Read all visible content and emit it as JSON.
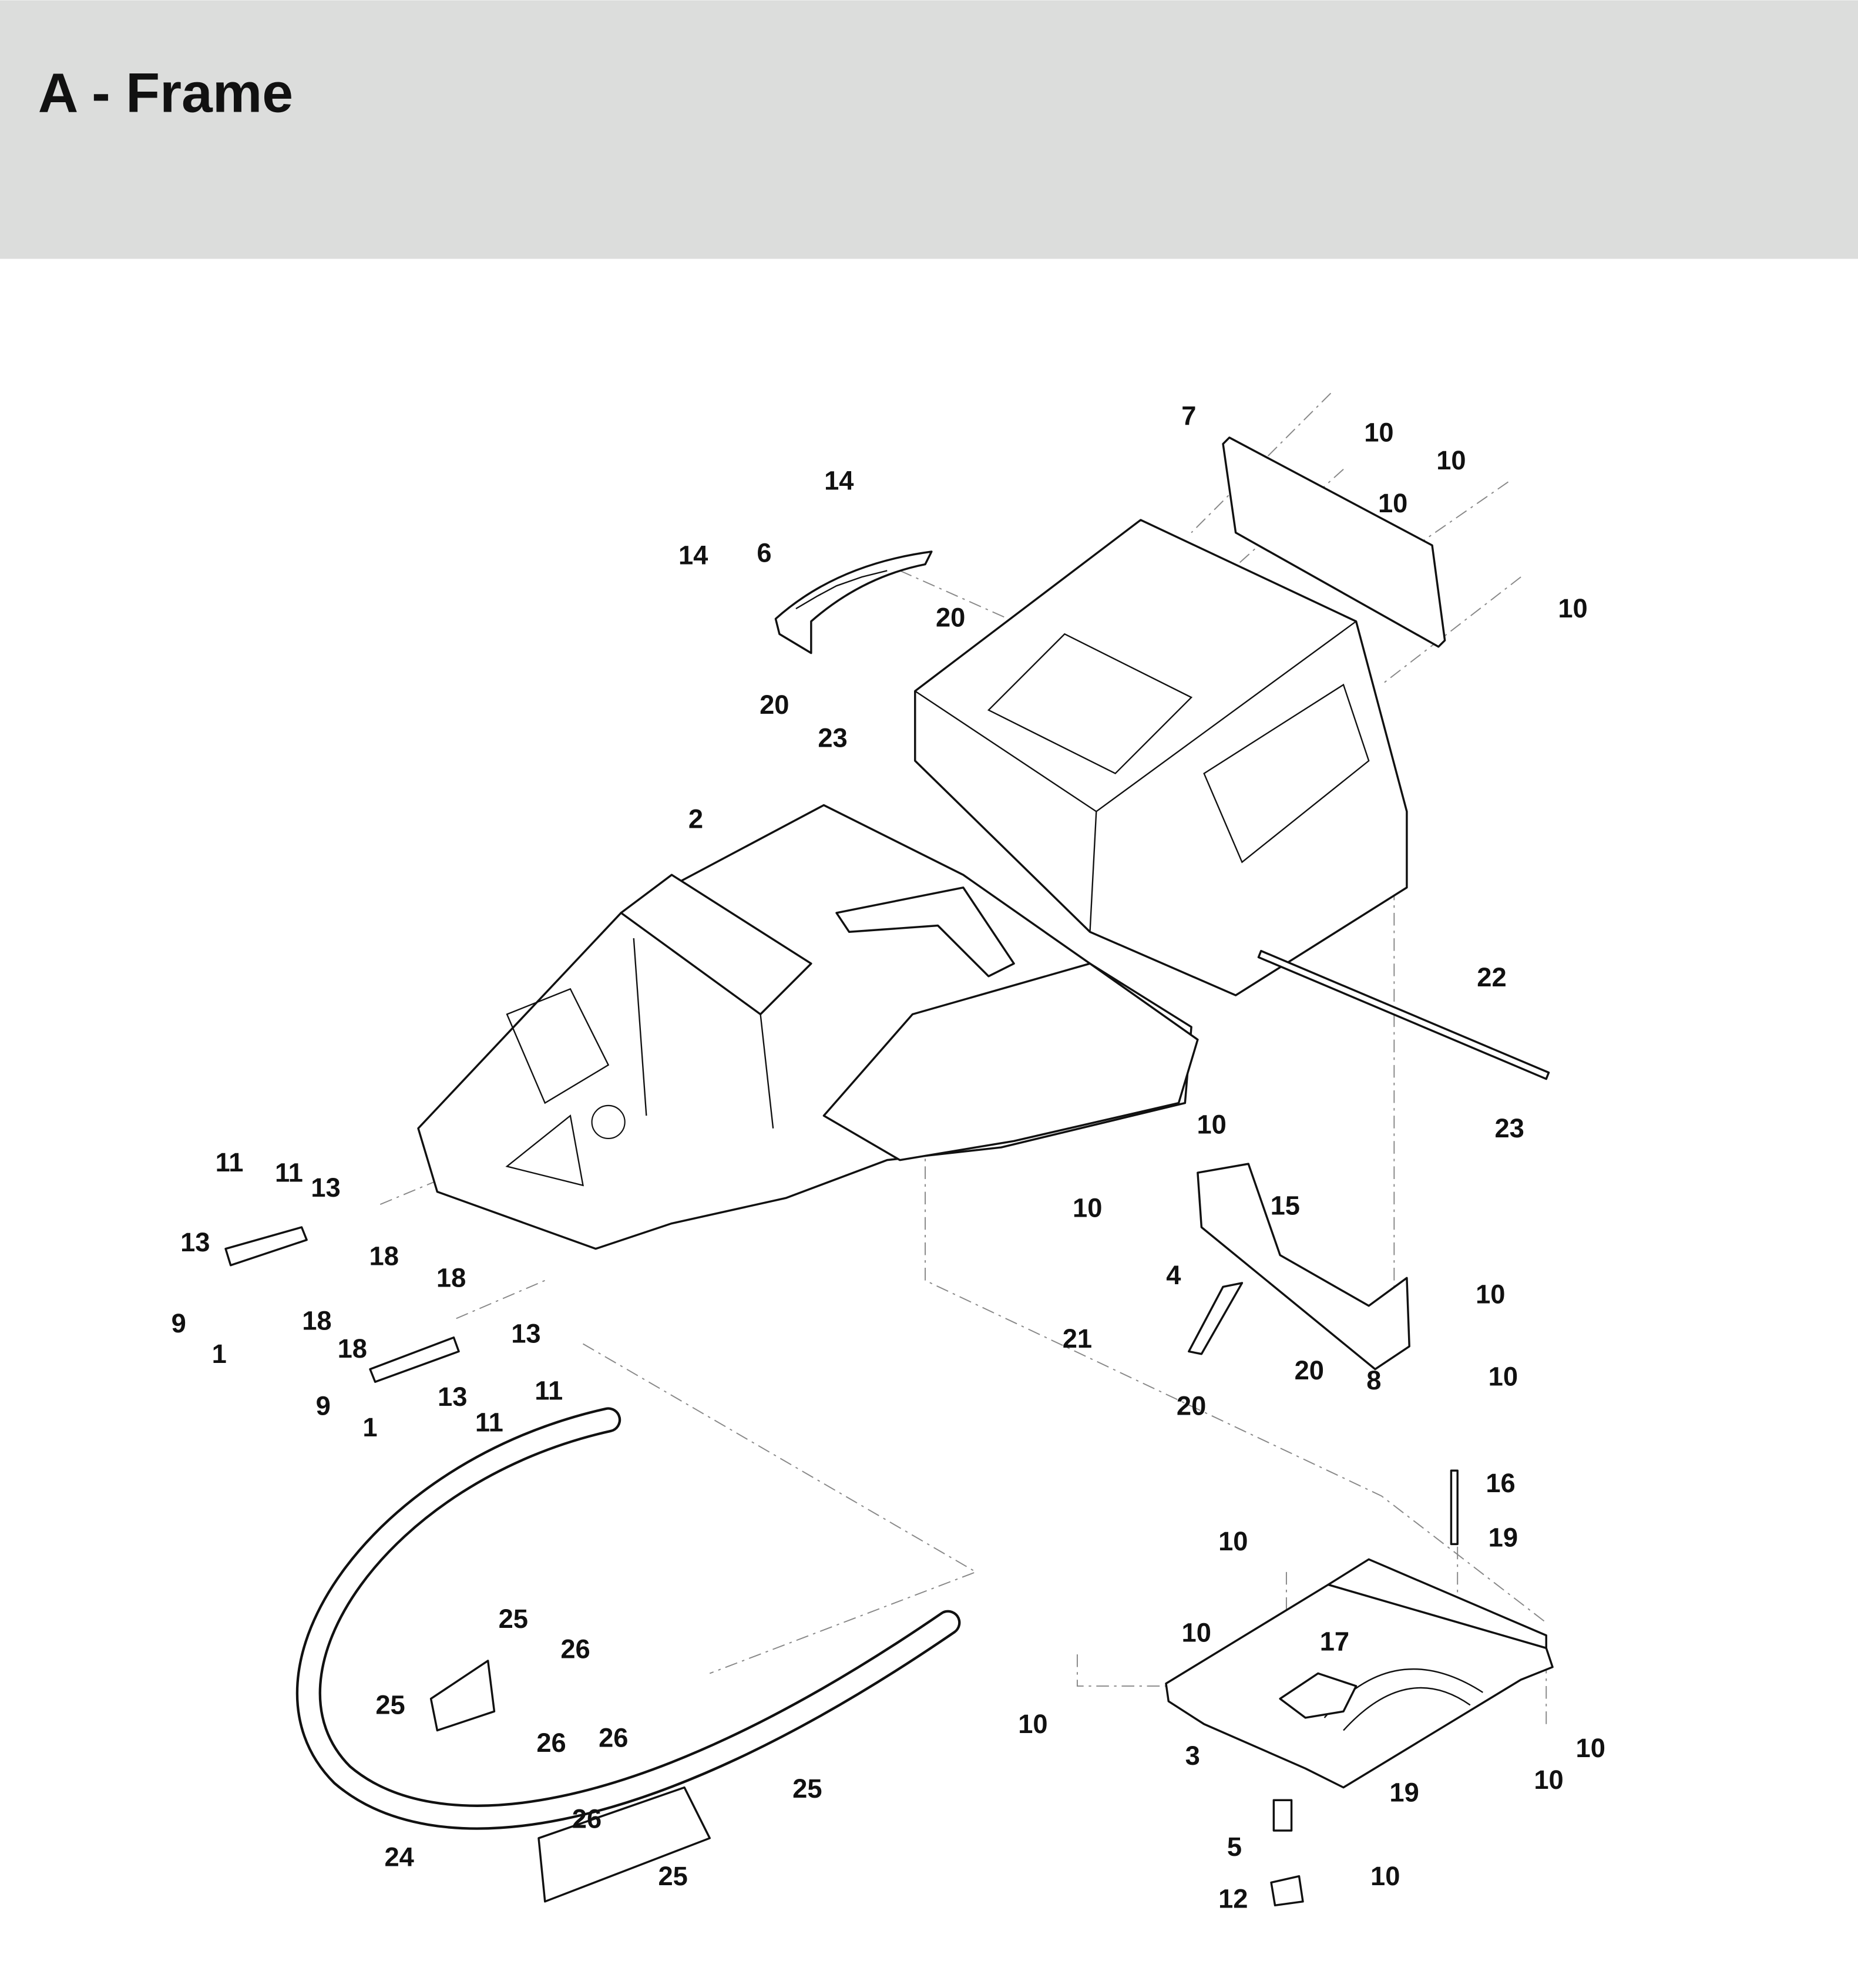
{
  "header": {
    "title": "A - Frame",
    "background": "#dcdddc"
  },
  "diagram": {
    "callouts": [
      "7",
      "10",
      "10",
      "10",
      "10",
      "14",
      "14",
      "6",
      "20",
      "20",
      "23",
      "2",
      "22",
      "23",
      "10",
      "10",
      "15",
      "10",
      "4",
      "21",
      "20",
      "8",
      "10",
      "20",
      "11",
      "11",
      "13",
      "13",
      "18",
      "9",
      "18",
      "1",
      "18",
      "18",
      "13",
      "9",
      "13",
      "11",
      "11",
      "1",
      "16",
      "19",
      "10",
      "10",
      "17",
      "10",
      "3",
      "10",
      "19",
      "10",
      "5",
      "10",
      "12",
      "25",
      "26",
      "25",
      "26",
      "26",
      "25",
      "26",
      "24",
      "25"
    ]
  }
}
